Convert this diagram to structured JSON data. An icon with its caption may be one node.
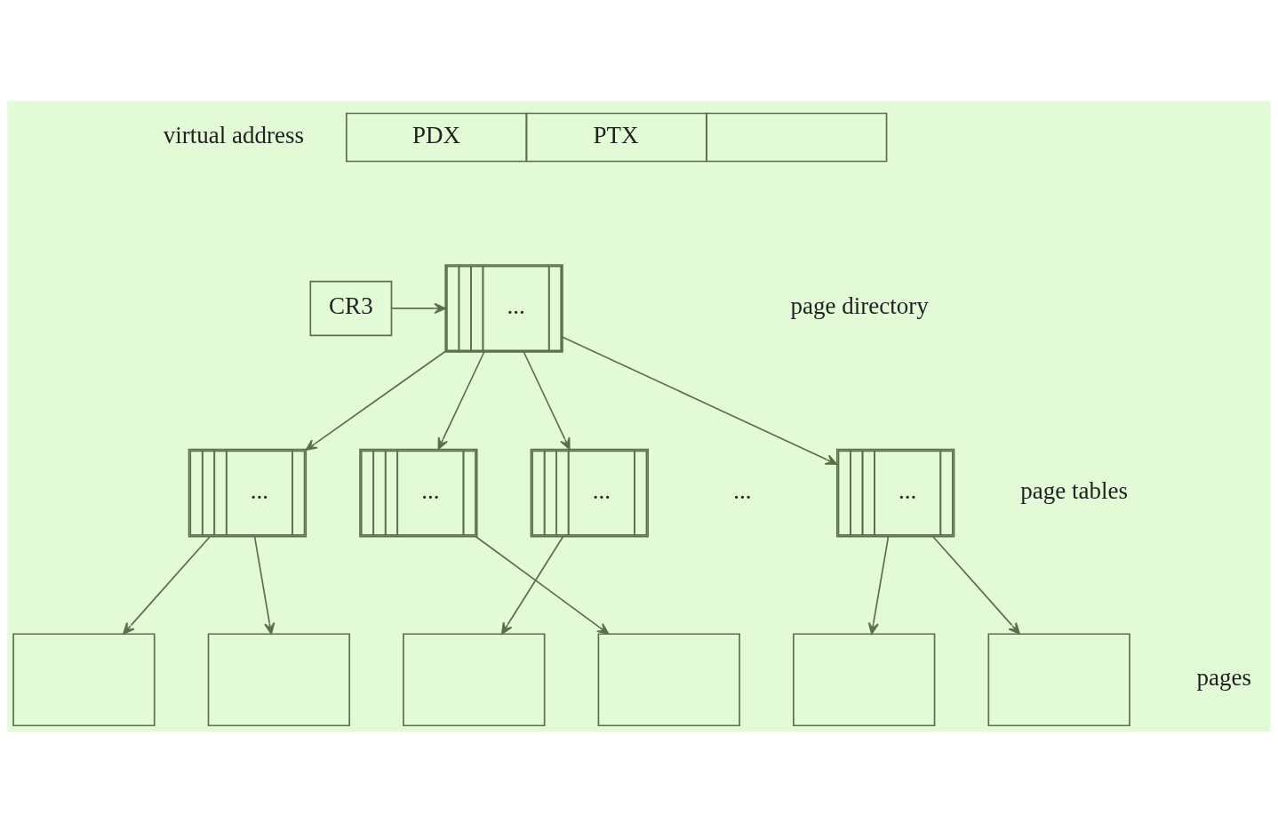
{
  "diagram": {
    "nodes": [
      {
        "text": [
          "PDX",
          "PTX"
        ],
        "beside": [
          "virtual address"
        ]
      },
      {
        "text": [
          "CR3"
        ]
      },
      {
        "text": [
          "..."
        ]
      },
      {
        "text": [
          "..."
        ]
      },
      {
        "text": [
          "..."
        ]
      },
      {
        "text": [
          "..."
        ]
      },
      {
        "text": [
          "..."
        ]
      },
      {
        "text": [],
        "shape": "box"
      },
      {
        "text": [],
        "shape": "box"
      },
      {
        "text": [],
        "shape": "box"
      },
      {
        "text": [],
        "shape": "box"
      },
      {
        "text": [],
        "shape": "box"
      },
      {
        "text": [],
        "shape": "box"
      }
    ],
    "edges": [
      {
        "from": 1,
        "to": 2,
        "arrow": "to"
      },
      {
        "from": 2,
        "to": 3,
        "arrow": "to"
      },
      {
        "from": 2,
        "to": 4,
        "arrow": "to"
      },
      {
        "from": 2,
        "to": 5,
        "arrow": "to"
      },
      {
        "from": 2,
        "to": 6,
        "arrow": "to"
      },
      {
        "from": 3,
        "to": 7,
        "arrow": "to"
      },
      {
        "from": 3,
        "to": 8,
        "arrow": "to"
      },
      {
        "from": 4,
        "to": 10,
        "arrow": "to"
      },
      {
        "from": 5,
        "to": 9,
        "arrow": "to"
      },
      {
        "from": 6,
        "to": 11,
        "arrow": "to"
      },
      {
        "from": 6,
        "to": 12,
        "arrow": "to"
      }
    ],
    "labels": [
      "page directory",
      "...",
      "page tables",
      "pages"
    ]
  }
}
